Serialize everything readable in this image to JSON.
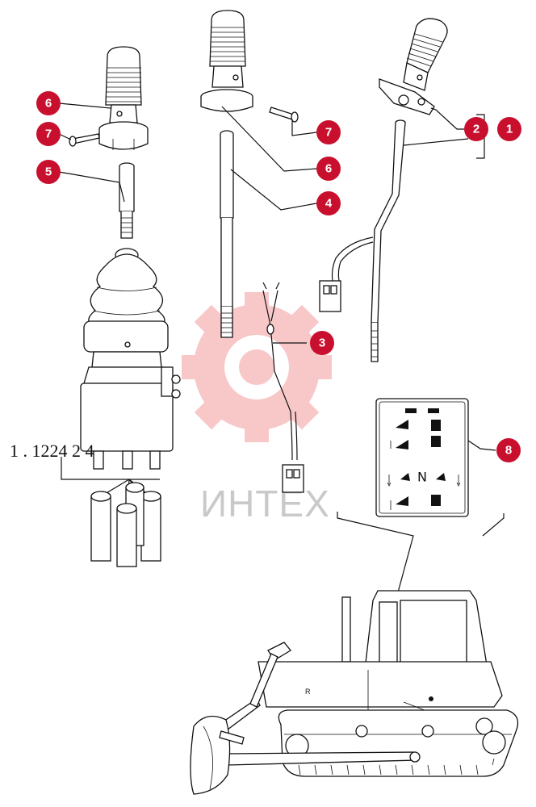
{
  "watermark": {
    "text": "ИНТЕХ",
    "color": "#e8383d"
  },
  "reference_code": "1 . 1224 2 4",
  "callouts": [
    "1",
    "2",
    "3",
    "4",
    "5",
    "6",
    "6",
    "7",
    "7",
    "8"
  ],
  "panel_glyphs": [
    "N"
  ],
  "colors": {
    "badge": "#c8102e",
    "line": "#111111"
  }
}
